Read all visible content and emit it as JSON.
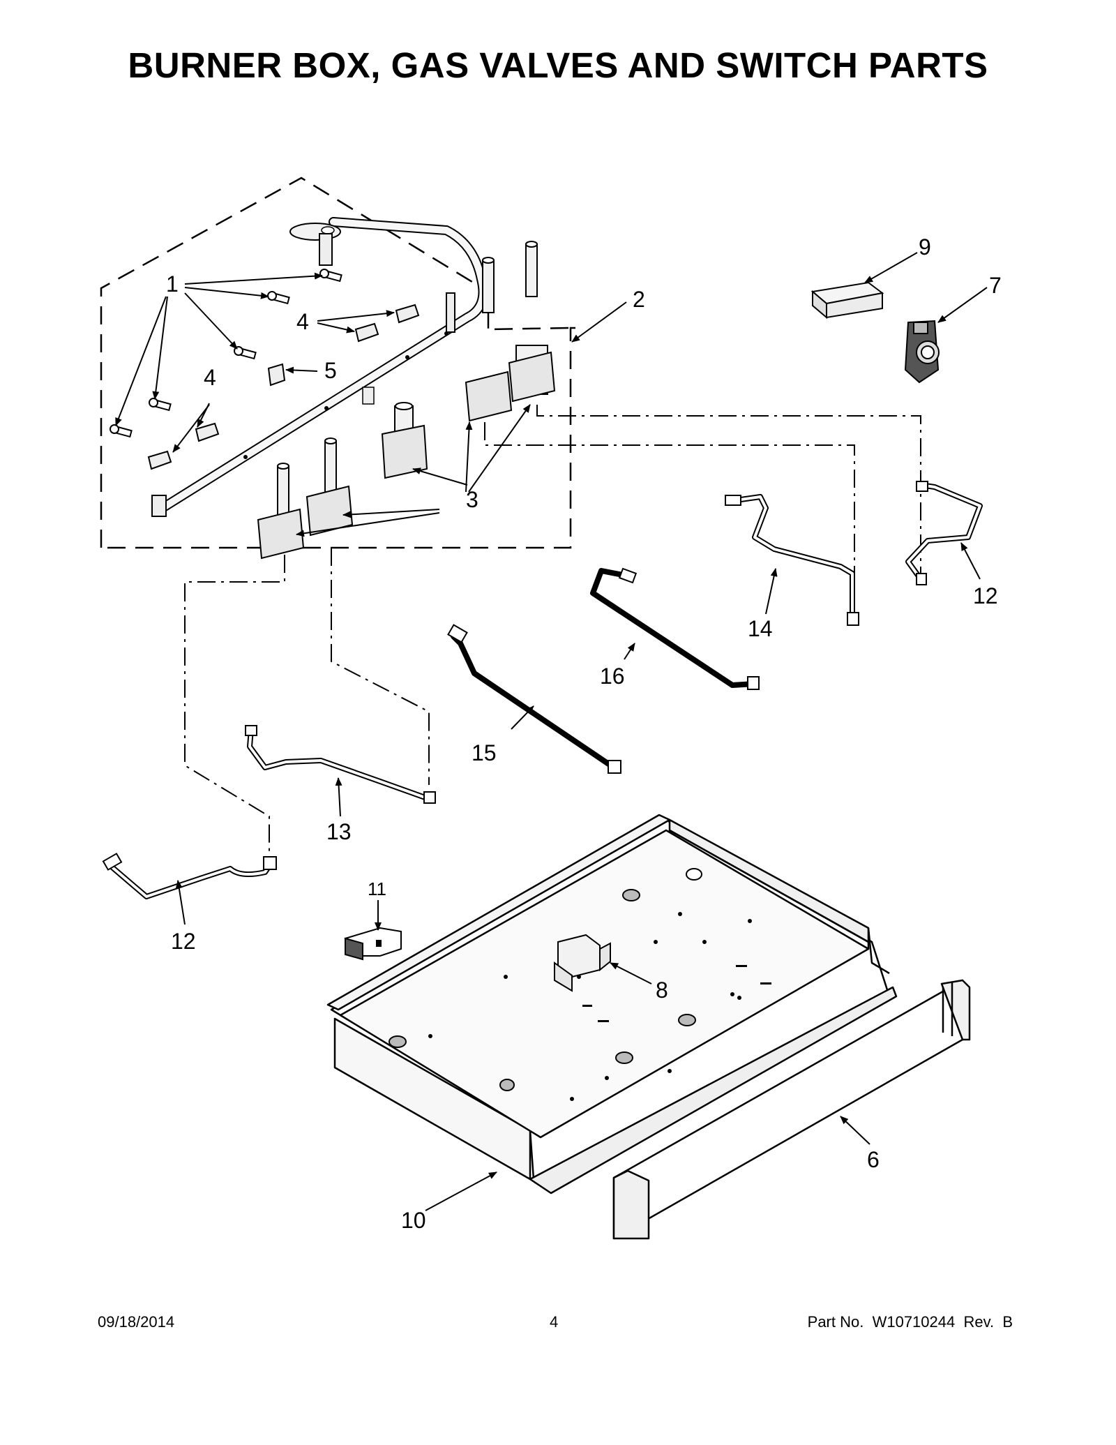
{
  "title": "BURNER BOX, GAS VALVES AND SWITCH PARTS",
  "callouts": {
    "c1": "1",
    "c2": "2",
    "c3a": "3",
    "c3b": "3",
    "c4a": "4",
    "c4b": "4",
    "c5": "5",
    "c6": "6",
    "c7": "7",
    "c8": "8",
    "c9": "9",
    "c10": "10",
    "c11": "11",
    "c12a": "12",
    "c12b": "12",
    "c13": "13",
    "c14": "14",
    "c15": "15",
    "c16": "16"
  },
  "footer": {
    "date": "09/18/2014",
    "page": "4",
    "part_label": "Part No.",
    "part_number": "W10710244",
    "rev_label": "Rev.",
    "rev": "B"
  },
  "colors": {
    "ink": "#000000",
    "part_fill": "#f2f2f2",
    "shade": "#d9d9d9"
  }
}
